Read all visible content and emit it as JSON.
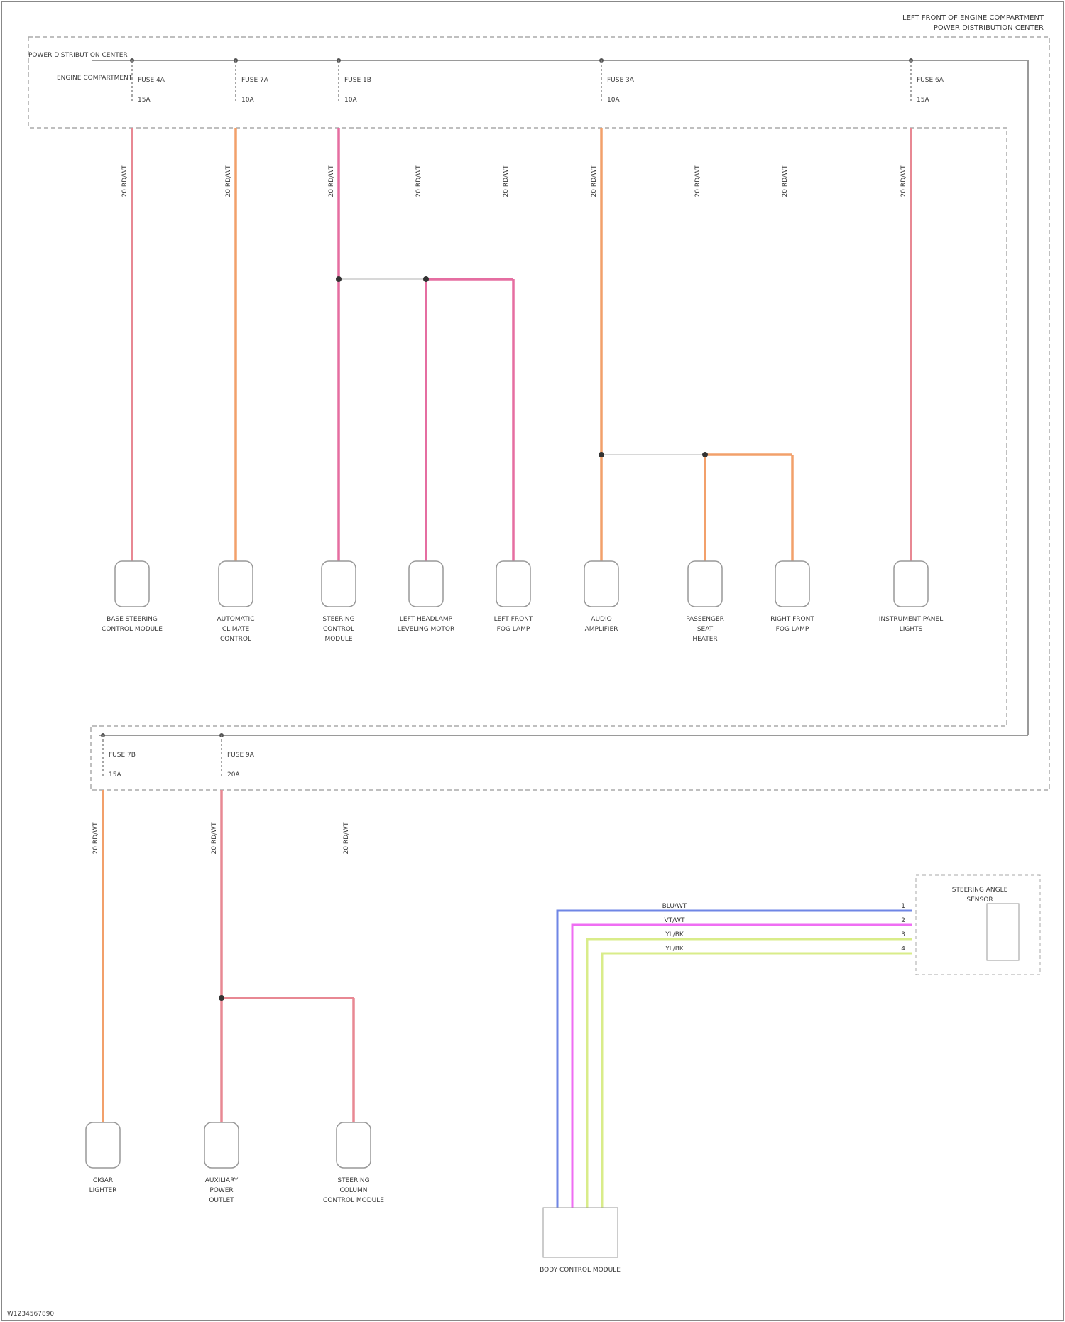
{
  "header": {
    "title_line1": "LEFT FRONT OF ENGINE COMPARTMENT",
    "title_line2": "POWER DISTRIBUTION CENTER"
  },
  "module": {
    "label": "POWER DISTRIBUTION CENTER",
    "sublabel": "ENGINE COMPARTMENT"
  },
  "wire_colors": {
    "red": "#e88893",
    "pink": "#e56ea1",
    "orange": "#f2a06b",
    "blue": "#6f86e5",
    "magenta": "#ef6ef3",
    "yellow": "#d9ec8a",
    "ground": "#d8d8d8",
    "outline": "#9a9a9a"
  },
  "fuses": [
    {
      "name": "FUSE 4A",
      "rating": "15A"
    },
    {
      "name": "FUSE 7A",
      "rating": "10A"
    },
    {
      "name": "FUSE 1B",
      "rating": "10A"
    },
    {
      "name": "FUSE 3A",
      "rating": "10A"
    },
    {
      "name": "FUSE 6A",
      "rating": "15A"
    },
    {
      "name": "FUSE 7B",
      "rating": "15A"
    },
    {
      "name": "FUSE 9A",
      "rating": "20A"
    }
  ],
  "components": [
    {
      "lines": [
        "BASE STEERING",
        "CONTROL MODULE"
      ]
    },
    {
      "lines": [
        "AUTOMATIC",
        "CLIMATE",
        "CONTROL"
      ]
    },
    {
      "lines": [
        "STEERING",
        "CONTROL",
        "MODULE"
      ]
    },
    {
      "lines": [
        "LEFT HEADLAMP",
        "LEVELING MOTOR"
      ]
    },
    {
      "lines": [
        "LEFT FRONT",
        "FOG LAMP"
      ]
    },
    {
      "lines": [
        "AUDIO",
        "AMPLIFIER"
      ]
    },
    {
      "lines": [
        "PASSENGER",
        "SEAT",
        "HEATER"
      ]
    },
    {
      "lines": [
        "RIGHT FRONT",
        "FOG LAMP"
      ]
    },
    {
      "lines": [
        "INSTRUMENT PANEL",
        "LIGHTS"
      ]
    },
    {
      "lines": [
        "CIGAR",
        "LIGHTER"
      ]
    },
    {
      "lines": [
        "AUXILIARY",
        "POWER",
        "OUTLET"
      ]
    },
    {
      "lines": [
        "STEERING",
        "COLUMN",
        "CONTROL MODULE"
      ]
    }
  ],
  "wire_labels": {
    "upper": [
      "20 RD/WT",
      "20 RD/WT",
      "20 RD/WT",
      "20 RD/WT",
      "20 RD/WT",
      "20 RD/WT",
      "20 RD/WT",
      "20 RD/WT",
      "20 RD/WT"
    ],
    "lower": [
      "20 RD/WT",
      "20 RD/WT",
      "20 RD/WT"
    ]
  },
  "connectors": {
    "sensor_label": [
      "STEERING ANGLE",
      "SENSOR"
    ],
    "module_label": [
      "BODY CONTROL MODULE"
    ],
    "rows": [
      {
        "color": "BLU/WT",
        "pin": "1"
      },
      {
        "color": "VT/WT",
        "pin": "2"
      },
      {
        "color": "YL/BK",
        "pin": "3"
      },
      {
        "color": "YL/BK",
        "pin": "4"
      }
    ]
  },
  "footer": {
    "code": "W1234567890"
  }
}
